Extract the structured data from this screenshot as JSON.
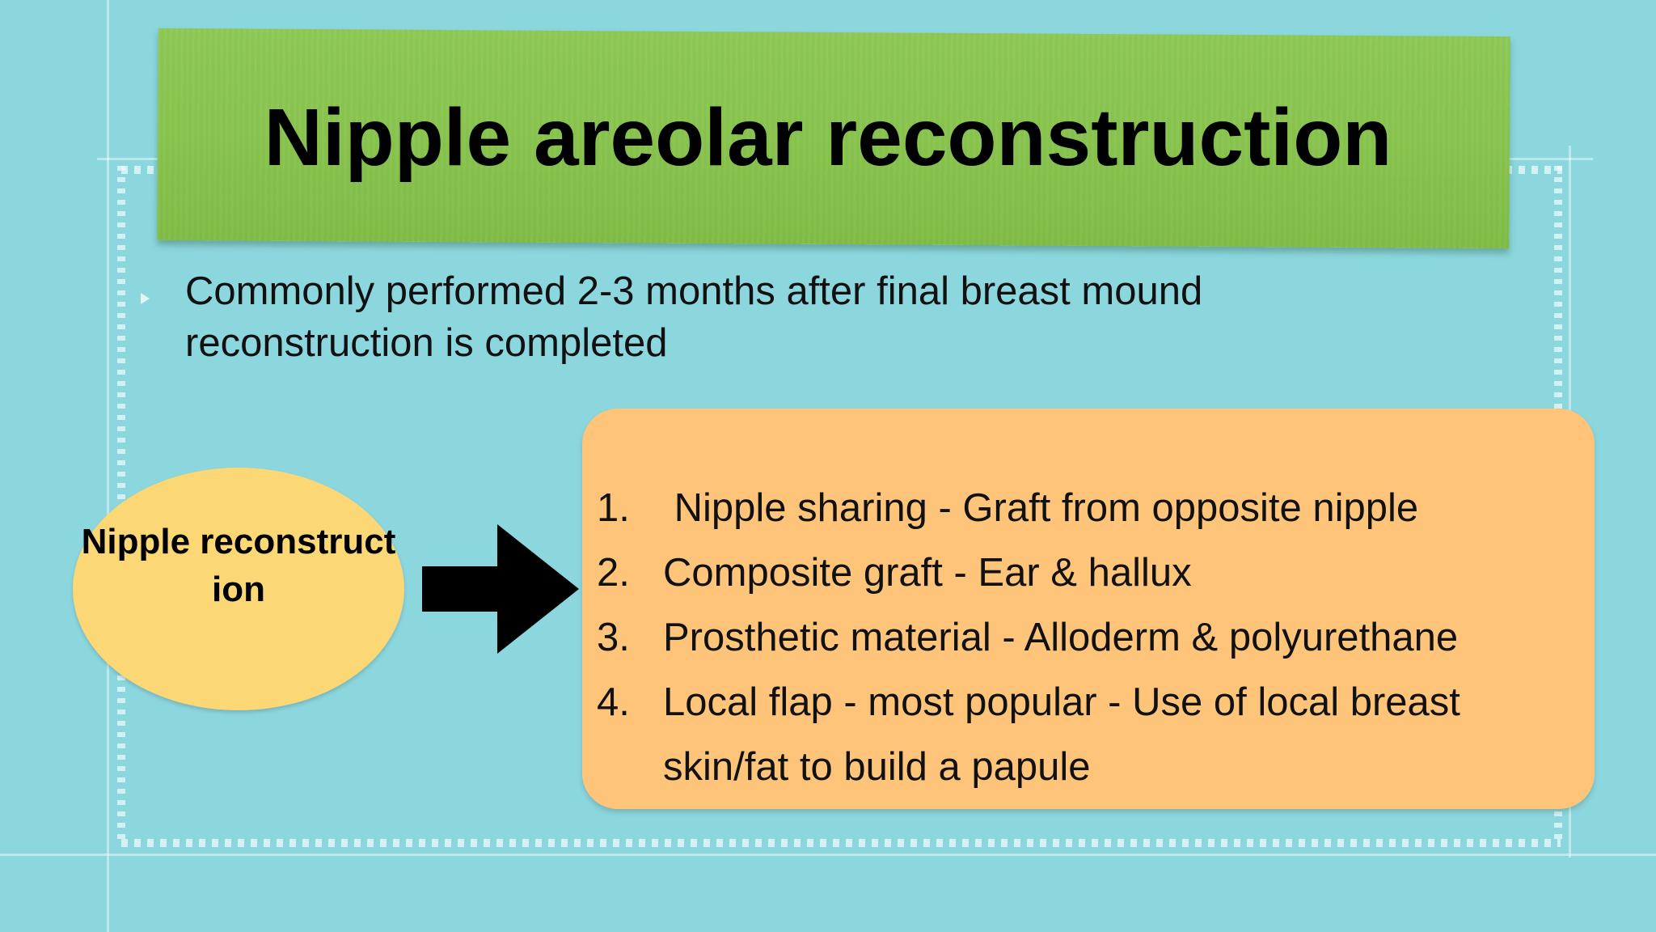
{
  "slide": {
    "title": "Nipple areolar reconstruction",
    "bullet": "Commonly performed 2-3 months after final breast mound reconstruction is completed",
    "oval_label": "Nipple reconstruct ion",
    "list": [
      {
        "number": "1.",
        "text": " Nipple sharing - Graft from opposite nipple"
      },
      {
        "number": "2.",
        "text": "Composite graft - Ear & hallux"
      },
      {
        "number": "3.",
        "text": "Prosthetic material - Alloderm & polyurethane"
      },
      {
        "number": "4.",
        "text": "Local flap - most popular - Use of local breast skin/fat to build a papule"
      }
    ]
  },
  "colors": {
    "background": "#8cd6de",
    "banner": "#86c24c",
    "oval": "#fcd775",
    "list_box": "#fec479",
    "arrow": "#000000"
  },
  "icons": {
    "arrow": "arrow-right-icon",
    "bullet": "triangle-bullet-icon"
  }
}
